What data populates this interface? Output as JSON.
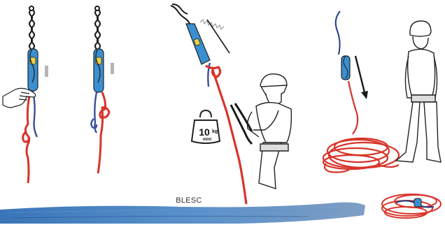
{
  "caption": "BLESC",
  "weight_badge": {
    "value": "10",
    "unit": "kg",
    "note": "mini"
  },
  "colors": {
    "rope_red": "#d8342a",
    "rope_blue": "#3a4f9a",
    "chain_black": "#1a1a1a",
    "device_blue": "#3a8fd0",
    "sleeve_gray": "#b5b5b5",
    "stripe_blue": "#2f6db3",
    "outline": "#222222"
  },
  "icons": [
    "hand-icon",
    "chain-icon",
    "belay-device-icon",
    "weight-icon",
    "climber-icon",
    "rope-coil-icon",
    "down-arrow-icon",
    "rope-bag-icon",
    "brush-stripe-icon"
  ]
}
